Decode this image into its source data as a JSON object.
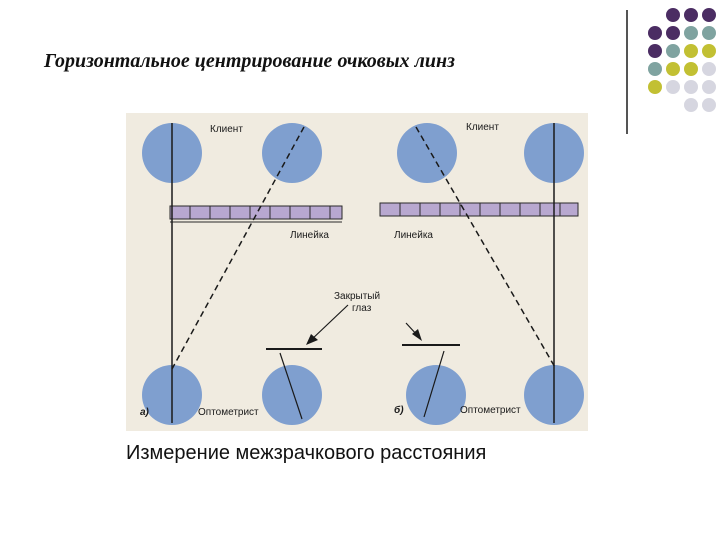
{
  "slide": {
    "title": "Горизонтальное центрирование очковых линз",
    "caption": "Измерение межзрачкового расстояния"
  },
  "decoration": {
    "dot_rows": [
      [
        "#4b2d63",
        "#4b2d63",
        "#4b2d63"
      ],
      [
        "#4b2d63",
        "#4b2d63",
        "#7fa3a0",
        "#7fa3a0"
      ],
      [
        "#4b2d63",
        "#7fa3a0",
        "#c2c033",
        "#c2c033"
      ],
      [
        "#7fa3a0",
        "#c2c033",
        "#c2c033",
        "#d6d6e0"
      ],
      [
        "#c2c033",
        "#d6d6e0",
        "#d6d6e0",
        "#d6d6e0"
      ],
      [
        "#d6d6e0",
        "#d6d6e0"
      ]
    ]
  },
  "diagram": {
    "client_left": "Клиент",
    "client_right": "Клиент",
    "ruler_left": "Линейка",
    "ruler_right": "Линейка",
    "closed_eye": [
      "Закрытый",
      "глаз"
    ],
    "optometrist_left": "Оптометрист",
    "optometrist_right": "Оптометрист",
    "panel_a": "а)",
    "panel_b": "б)",
    "colors": {
      "eye": "#7f9fcf",
      "ruler": "#b8a8d0",
      "background": "#f0ebe0",
      "line": "#1a1a1a"
    }
  }
}
